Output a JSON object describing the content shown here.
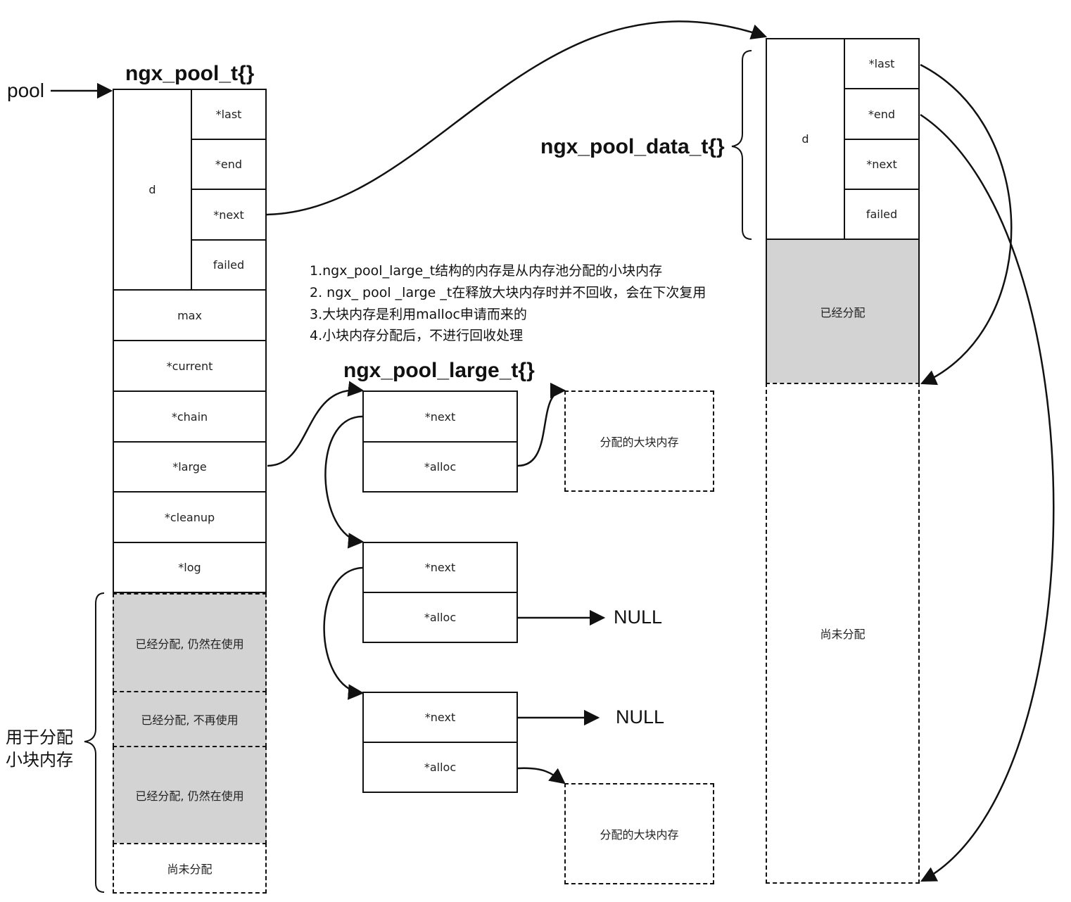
{
  "pool_label": "pool",
  "pool_t": {
    "title": "ngx_pool_t{}",
    "d_label": "d",
    "d_fields": [
      "*last",
      "*end",
      "*next",
      "failed"
    ],
    "fields": [
      "max",
      "*current",
      "*chain",
      "*large",
      "*cleanup",
      "*log"
    ],
    "memory_blocks": [
      "已经分配, 仍然在使用",
      "已经分配, 不再使用",
      "已经分配, 仍然在使用",
      "尚未分配"
    ]
  },
  "small_mem_label_line1": "用于分配",
  "small_mem_label_line2": "小块内存",
  "notes": [
    "1.ngx_pool_large_t结构的内存是从内存池分配的小块内存",
    "2. ngx_ pool _large _t在释放大块内存时并不回收，会在下次复用",
    "3.大块内存是利用malloc申请而来的",
    "4.小块内存分配后，不进行回收处理"
  ],
  "large_t": {
    "title": "ngx_pool_large_t{}",
    "nodes": [
      {
        "next": "*next",
        "alloc": "*alloc"
      },
      {
        "next": "*next",
        "alloc": "*alloc"
      },
      {
        "next": "*next",
        "alloc": "*alloc"
      }
    ],
    "alloc_block_label": "分配的大块内存",
    "null_label": "NULL"
  },
  "data_t": {
    "title": "ngx_pool_data_t{}",
    "d_label": "d",
    "d_fields": [
      "*last",
      "*end",
      "*next",
      "failed"
    ],
    "allocated_label": "已经分配",
    "unallocated_label": "尚未分配"
  }
}
